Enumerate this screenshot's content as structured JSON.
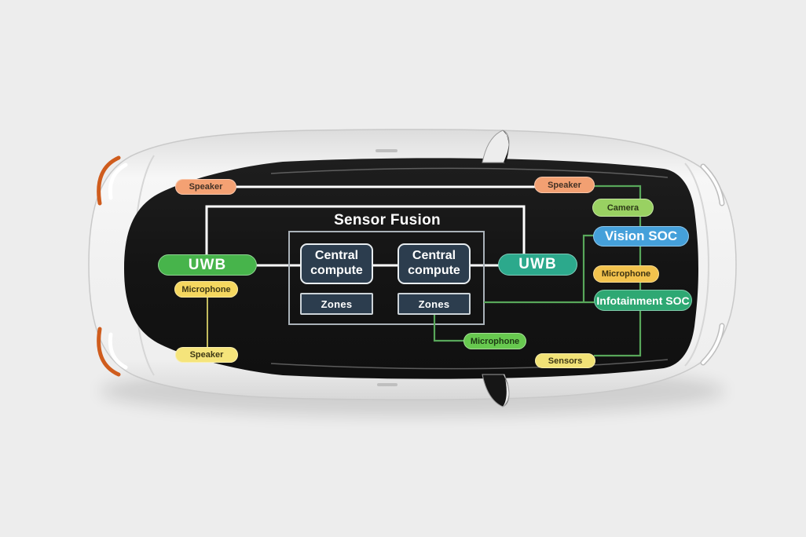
{
  "scene": {
    "illustration": "car-top-view",
    "orientation": "front-right"
  },
  "colors": {
    "page-bg": "#ededed",
    "car-body": "#f0f0f0",
    "car-roof": "#141414",
    "marker-orange": "#d2601f",
    "line-white": "#ffffff",
    "line-green": "#58a75a",
    "line-yellow": "#c3bb5e",
    "container-border": "#aab2b9",
    "box-fill": "#2c3d4e",
    "box-border": "#e8edf0"
  },
  "diagram": {
    "title": "Sensor Fusion",
    "compute_box_1": {
      "label": "Central\ncompute"
    },
    "compute_box_2": {
      "label": "Central\ncompute"
    },
    "zones_box_1": {
      "label": "Zones"
    },
    "zones_box_2": {
      "label": "Zones"
    },
    "badges": {
      "speaker_top_left": {
        "label": "Speaker",
        "bg": "#f4a173",
        "fg": "#433226"
      },
      "speaker_top_right": {
        "label": "Speaker",
        "bg": "#f2a072",
        "fg": "#433226"
      },
      "camera": {
        "label": "Camera",
        "bg": "#99d162",
        "fg": "#2d3a18"
      },
      "vision_soc": {
        "label": "Vision SOC",
        "bg": "#45a0da",
        "fg": "#ffffff"
      },
      "microphone_right": {
        "label": "Microphone",
        "bg": "#f2c24d",
        "fg": "#3d3212"
      },
      "infotainment_soc": {
        "label": "Infotainment SOC",
        "bg": "#2ea873",
        "fg": "#ffffff"
      },
      "uwb_left": {
        "label": "UWB",
        "bg": "#47b44b",
        "fg": "#ffffff"
      },
      "uwb_right": {
        "label": "UWB",
        "bg": "#2ca98c",
        "fg": "#ffffff"
      },
      "microphone_left": {
        "label": "Microphone",
        "bg": "#f5d75f",
        "fg": "#3e3815"
      },
      "speaker_bottom_left": {
        "label": "Speaker",
        "bg": "#f5e47b",
        "fg": "#3e3815"
      },
      "microphone_bottom": {
        "label": "Microphone",
        "bg": "#67c94f",
        "fg": "#1d3a14"
      },
      "sensors": {
        "label": "Sensors",
        "bg": "#f1e276",
        "fg": "#3e3815"
      }
    }
  }
}
